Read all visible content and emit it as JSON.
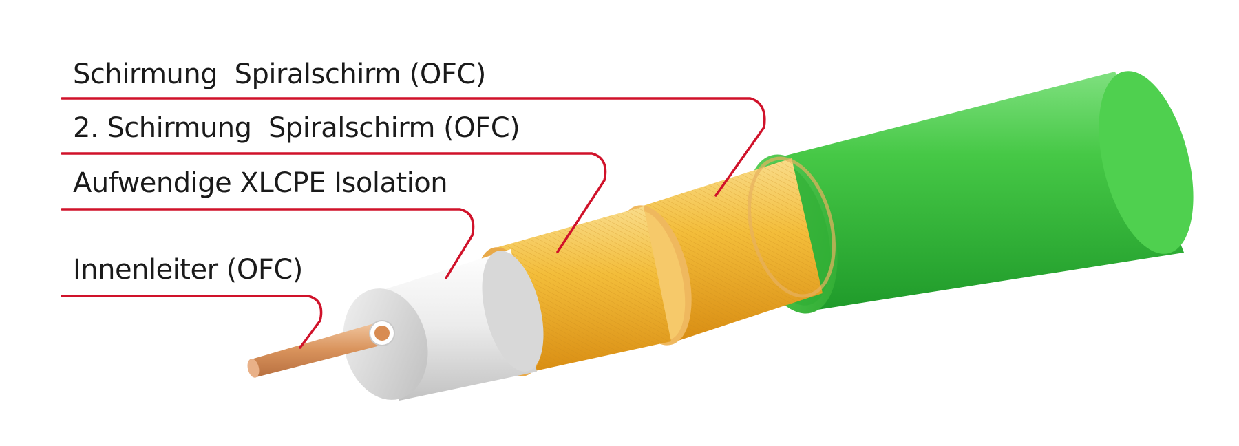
{
  "labels": {
    "shield_1": "Schirmung  Spiralschirm (OFC)",
    "shield_2": "2. Schirmung  Spiralschirm (OFC)",
    "insulation": "Aufwendige XLCPE Isolation",
    "inner_conductor": "Innenleiter (OFC)"
  },
  "colors": {
    "leader_line": "#d0122a",
    "jacket_green": "#3fc43f",
    "shield_gold": "#f0b42a",
    "insulation_white": "#e6e6e6",
    "copper": "#d99560"
  }
}
